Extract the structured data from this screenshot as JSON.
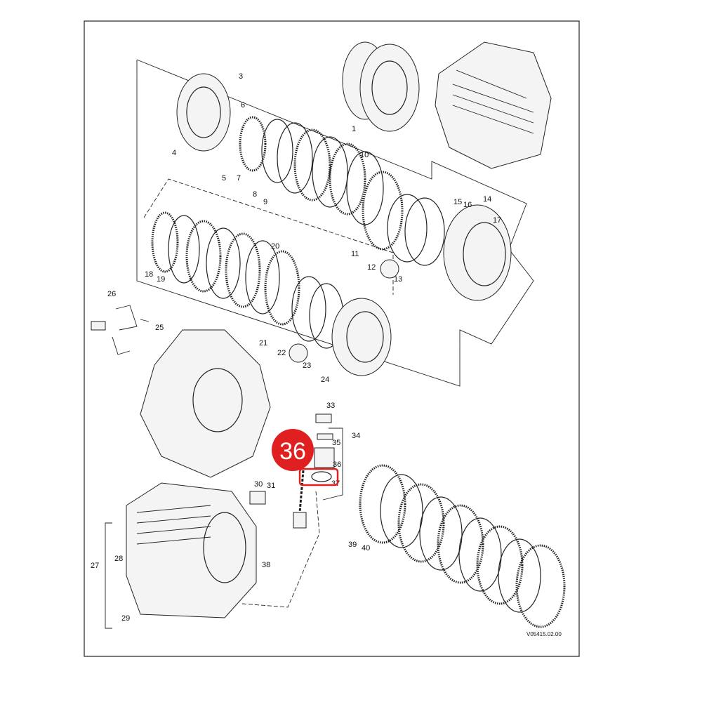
{
  "diagram": {
    "code": "V05415.02.00",
    "highlight": {
      "label": "36",
      "color": "#e02020"
    },
    "labels": {
      "p1": "1",
      "p3": "3",
      "p4": "4",
      "p5": "5",
      "p6": "6",
      "p7": "7",
      "p8": "8",
      "p9": "9",
      "p10": "10",
      "p11": "11",
      "p12": "12",
      "p13": "13",
      "p14": "14",
      "p15": "15",
      "p16": "16",
      "p17": "17",
      "p18": "18",
      "p19": "19",
      "p20": "20",
      "p21": "21",
      "p22": "22",
      "p23": "23",
      "p24": "24",
      "p25": "25",
      "p26": "26",
      "p27": "27",
      "p28": "28",
      "p29": "29",
      "p30": "30",
      "p31": "31",
      "p33": "33",
      "p34": "34",
      "p35": "35",
      "p36": "36",
      "p37": "37",
      "p38": "38",
      "p39": "39",
      "p40": "40"
    }
  }
}
